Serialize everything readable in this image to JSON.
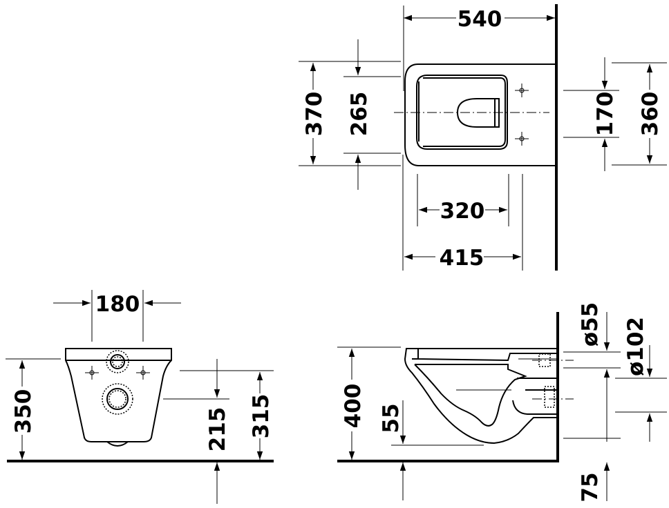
{
  "dimensions": {
    "top_length": "540",
    "top_outer_width": "370",
    "top_inner_width": "265",
    "top_fixing_spacing": "170",
    "top_wall_width": "360",
    "top_seat_length": "320",
    "top_projection": "415",
    "front_fixing_spacing": "180",
    "front_height": "350",
    "front_outlet_height": "215",
    "front_inlet_height": "315",
    "side_height": "400",
    "side_rim_depth": "55",
    "side_inlet_dia": "ø55",
    "side_outlet_dia": "ø102",
    "side_outlet_offset": "75"
  }
}
